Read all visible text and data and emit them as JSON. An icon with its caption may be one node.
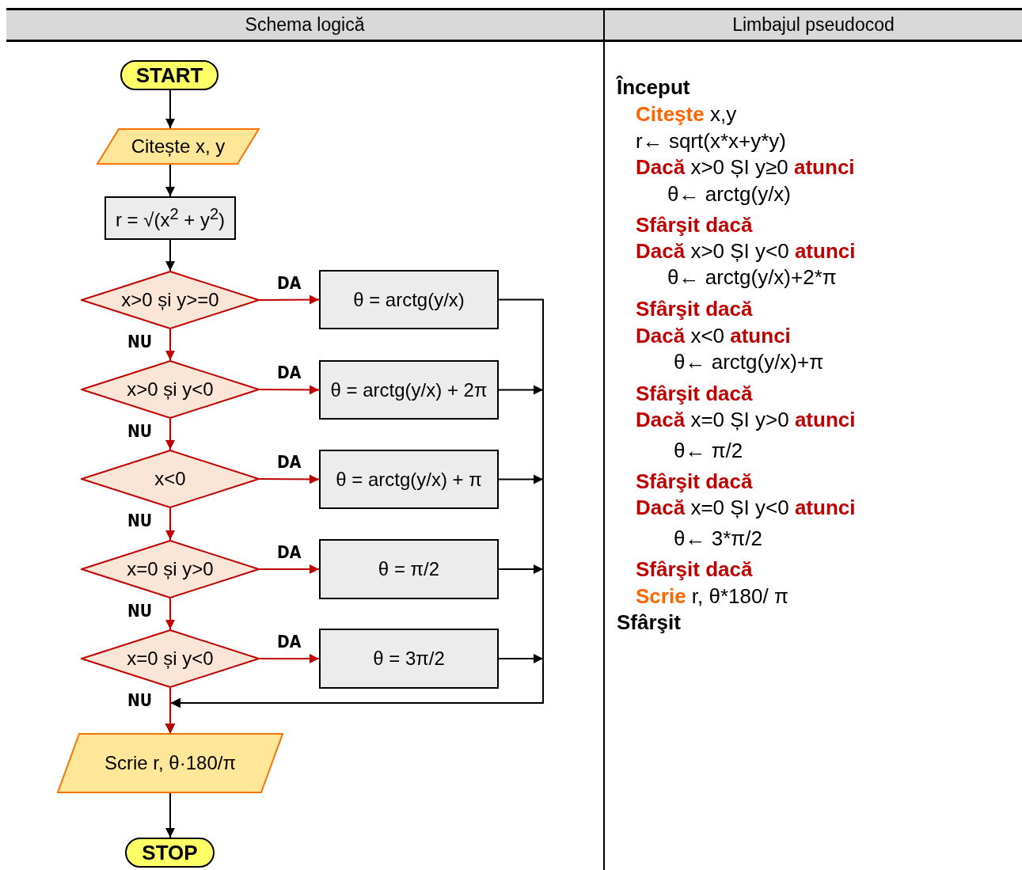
{
  "diagram": {
    "nodes": [
      {
        "text": [
          "START"
        ]
      },
      {
        "text": [
          "Citește x, y"
        ]
      },
      {
        "text": [
          "r = √(x$^{2}$ + y$^{2}$)"
        ]
      },
      {
        "text": [
          "x>0 și y>=0"
        ]
      },
      {
        "text": [
          "θ = arctg(y/x)"
        ]
      },
      {
        "text": [
          "x>0 și y<0"
        ]
      },
      {
        "text": [
          "θ = arctg(y/x) + 2π"
        ]
      },
      {
        "text": [
          "x<0"
        ]
      },
      {
        "text": [
          "θ = arctg(y/x) + π"
        ]
      },
      {
        "text": [
          "x=0 și y>0"
        ]
      },
      {
        "text": [
          "θ = π/2"
        ]
      },
      {
        "text": [
          "x=0 și y<0"
        ]
      },
      {
        "text": [
          "θ = 3π/2"
        ]
      },
      {
        "text": [
          "Scrie r, θ·180/π"
        ]
      },
      {
        "text": [
          "STOP"
        ]
      }
    ],
    "edges": [
      {
        "from": 0,
        "to": 1,
        "arrow": "to",
        "color": "#000000"
      },
      {
        "from": 1,
        "to": 2,
        "arrow": "to",
        "color": "#000000"
      },
      {
        "from": 2,
        "to": 3,
        "arrow": "to",
        "color": "#000000"
      },
      {
        "from": 3,
        "to": 4,
        "arrow": "to",
        "label": "DA",
        "color": "#c00000"
      },
      {
        "from": 3,
        "to": 5,
        "arrow": "to",
        "label": "NU",
        "color": "#c00000"
      },
      {
        "from": 5,
        "to": 6,
        "arrow": "to",
        "label": "DA",
        "color": "#c00000"
      },
      {
        "from": 5,
        "to": 7,
        "arrow": "to",
        "label": "NU",
        "color": "#c00000"
      },
      {
        "from": 7,
        "to": 8,
        "arrow": "to",
        "label": "DA",
        "color": "#c00000"
      },
      {
        "from": 7,
        "to": 9,
        "arrow": "to",
        "label": "NU",
        "color": "#c00000"
      },
      {
        "from": 9,
        "to": 10,
        "arrow": "to",
        "label": "DA",
        "color": "#c00000"
      },
      {
        "from": 9,
        "to": 11,
        "arrow": "to",
        "label": "NU",
        "color": "#c00000"
      },
      {
        "from": 11,
        "to": 12,
        "arrow": "to",
        "label": "DA",
        "color": "#c00000"
      },
      {
        "from": 11,
        "to": 13,
        "arrow": "to",
        "label": "NU",
        "color": "#c00000"
      },
      {
        "from": 4,
        "to": 13,
        "arrow": "to",
        "color": "#000000"
      },
      {
        "from": 6,
        "to": 13,
        "arrow": "to",
        "color": "#000000"
      },
      {
        "from": 8,
        "to": 13,
        "arrow": "to",
        "color": "#000000"
      },
      {
        "from": 10,
        "to": 13,
        "arrow": "to",
        "color": "#000000"
      },
      {
        "from": 12,
        "to": 13,
        "arrow": "to",
        "color": "#000000"
      },
      {
        "from": 13,
        "to": 14,
        "arrow": "to",
        "color": "#000000"
      }
    ],
    "labels": [
      "Schema logică",
      "Limbajul pseudocod",
      "Început",
      "**Citeşte** x,y",
      "r← sqrt(x*x+y*y)",
      "**Dacă** x>0 ȘI y≥0 **atunci**",
      "θ← arctg(y/x)",
      "Sfârşit dacă",
      "**Dacă** x>0 ȘI y<0 **atunci**",
      "θ← arctg(y/x)+2*π",
      "Sfârşit dacă",
      "**Dacă** x<0 **atunci**",
      "θ← arctg(y/x)+π",
      "Sfârşit dacă",
      "**Dacă** x=0 ȘI y>0 **atunci**",
      "θ← π/2",
      "Sfârşit dacă",
      "**Dacă** x=0 ȘI y<0 **atunci**",
      "θ← 3*π/2",
      "Sfârşit dacă",
      "**Scrie** r, θ*180/ π",
      "Sfârşit"
    ]
  }
}
